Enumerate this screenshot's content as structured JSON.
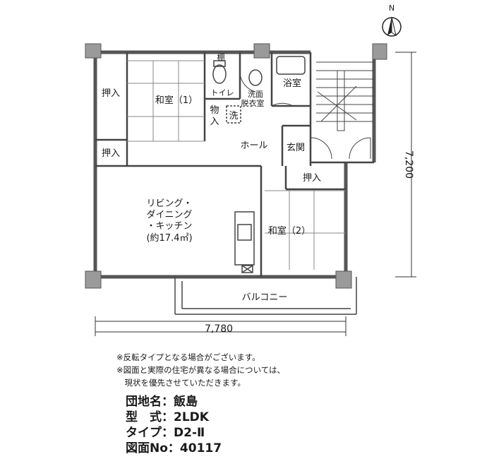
{
  "compass": {
    "label": "N"
  },
  "rooms": {
    "oshiire_left_top": "押入",
    "washitsu1": "和室（1）",
    "oshiire_left_bottom": "押入",
    "tana": "棚",
    "toilet": "トイレ",
    "senmen_line1": "洗面",
    "senmen_line2": "脱衣室",
    "yokushitsu": "浴室",
    "mono_line1": "物",
    "mono_line2": "入",
    "sentaku": "洗",
    "hall": "ホール",
    "genkan": "玄関",
    "oshiire_center": "押入",
    "ldk_line1": "リビング・",
    "ldk_line2": "ダイニング",
    "ldk_line3": "・キッチン",
    "ldk_line4": "(約17.4㎡)",
    "washitsu2": "和室（2）",
    "balcony": "バルコニー"
  },
  "dimensions": {
    "width": "7,780",
    "height": "7,200"
  },
  "notes": [
    "※反転タイプとなる場合がございます。",
    "※図面と実際の住宅が異なる場合については、",
    "　現状を優先させていただきます。"
  ],
  "info": [
    {
      "label": "団地名：",
      "value": "飯島"
    },
    {
      "label": "型　式：",
      "value": "2LDK"
    },
    {
      "label": "タイプ：",
      "value": "D2-Ⅱ"
    },
    {
      "label": "図面No：",
      "value": "40117"
    }
  ]
}
